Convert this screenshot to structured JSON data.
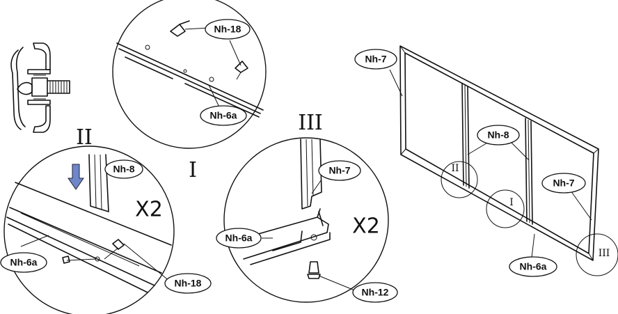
{
  "labels": {
    "detail_I_top_part": "Nh-18",
    "detail_I_bottom_part": "Nh-6a",
    "detail_I_title": "I",
    "detail_II_title": "II",
    "detail_II_part_top": "Nh-8",
    "detail_II_qty": "X2",
    "detail_II_part_left": "Nh-6a",
    "detail_II_part_screw": "Nh-18",
    "detail_III_title": "III",
    "detail_III_part_top": "Nh-7",
    "detail_III_qty": "X2",
    "detail_III_part_left": "Nh-6a",
    "detail_III_part_screw": "Nh-12",
    "frame_part_left": "Nh-7",
    "frame_part_middle": "Nh-8",
    "frame_part_right": "Nh-7",
    "frame_part_bottom": "Nh-6a",
    "frame_marker_II": "II",
    "frame_marker_I": "I",
    "frame_marker_III": "III"
  },
  "colors": {
    "line": "#111111",
    "arrow_fill": "#6f86c8"
  }
}
